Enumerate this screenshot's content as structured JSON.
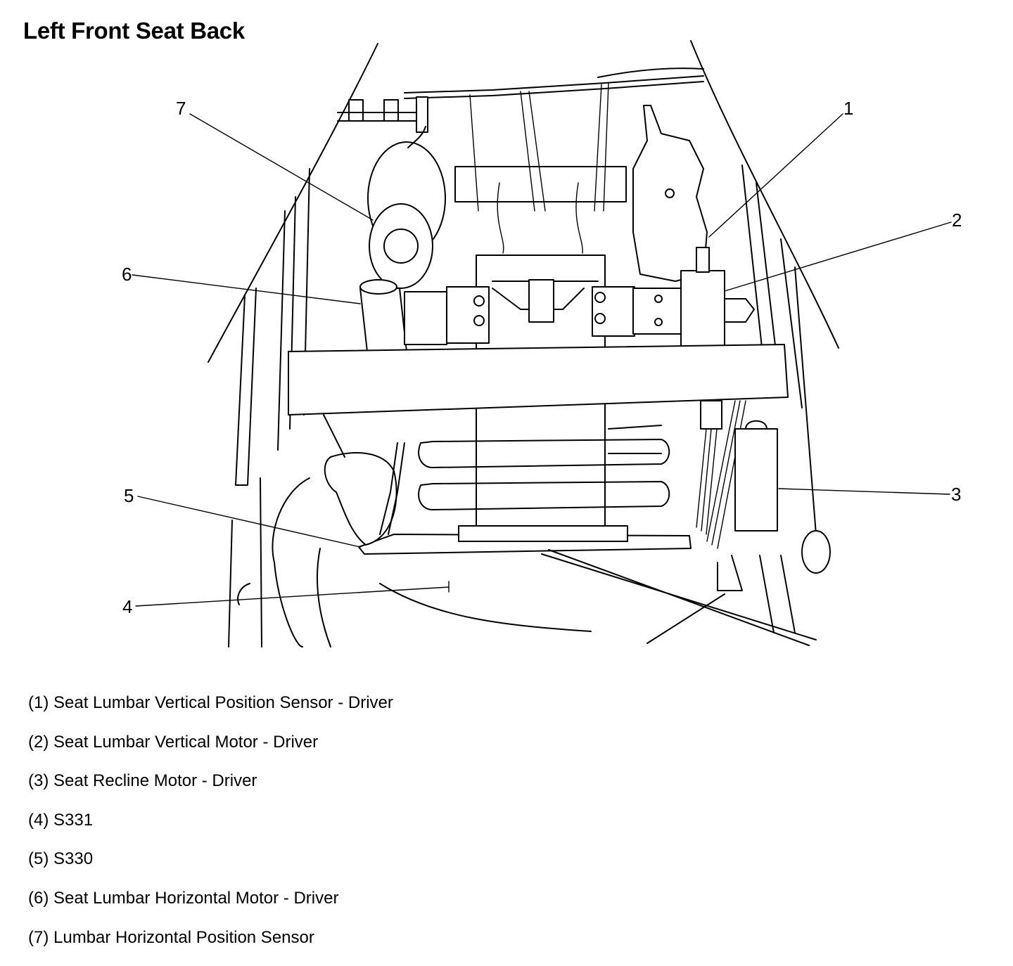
{
  "title": "Left Front Seat Back",
  "callouts": [
    {
      "num": "1"
    },
    {
      "num": "2"
    },
    {
      "num": "3"
    },
    {
      "num": "4"
    },
    {
      "num": "5"
    },
    {
      "num": "6"
    },
    {
      "num": "7"
    }
  ],
  "legend": [
    "(1) Seat Lumbar Vertical Position Sensor - Driver",
    "(2) Seat Lumbar Vertical Motor - Driver",
    "(3) Seat Recline Motor - Driver",
    "(4) S331",
    "(5) S330",
    "(6) Seat Lumbar Horizontal Motor - Driver",
    "(7) Lumbar Horizontal Position Sensor"
  ]
}
